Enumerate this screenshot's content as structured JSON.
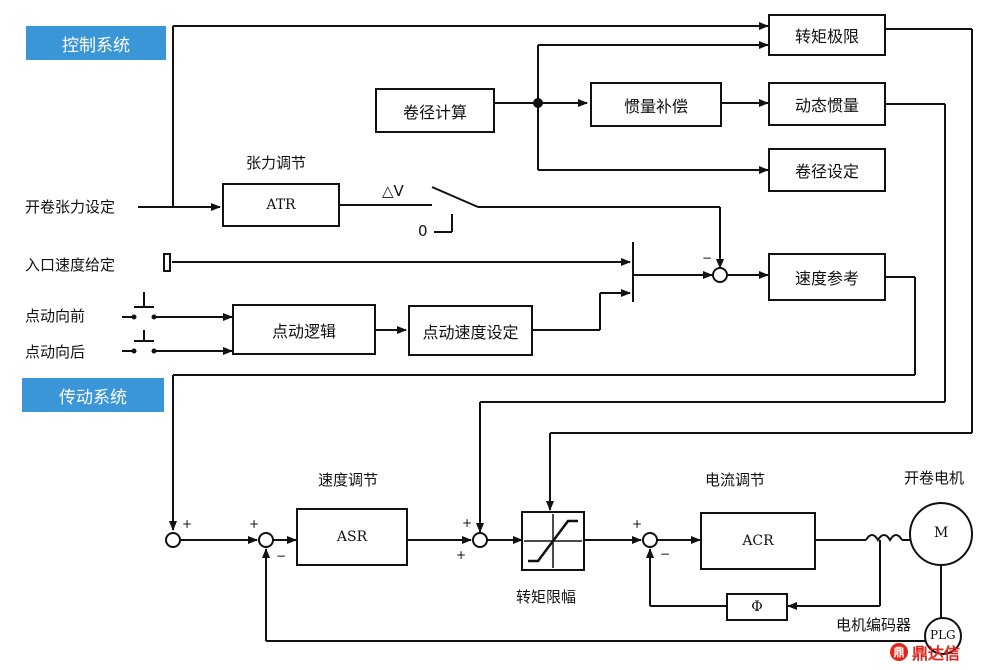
{
  "sections": {
    "control": "控制系统",
    "drive": "传动系统"
  },
  "inputs": {
    "unwind_tension_setting": "开卷张力设定",
    "entry_speed_given": "入口速度给定",
    "jog_forward": "点动向前",
    "jog_backward": "点动向后"
  },
  "blocks": {
    "torque_limit": "转矩极限",
    "diameter_calc": "卷径计算",
    "inertia_comp": "惯量补偿",
    "dynamic_inertia": "动态惯量",
    "diameter_setting": "卷径设定",
    "atr": "ATR",
    "speed_reference": "速度参考",
    "jog_logic": "点动逻辑",
    "jog_speed_setting": "点动速度设定",
    "asr": "ASR",
    "acr": "ACR",
    "phi": "Φ",
    "motor": "M",
    "plg": "PLG"
  },
  "labels": {
    "tension_regulation": "张力调节",
    "delta_v": "△V",
    "zero": "0",
    "speed_regulation": "速度调节",
    "current_regulation": "电流调节",
    "unwind_motor": "开卷电机",
    "torque_limiting": "转矩限幅",
    "motor_encoder": "电机编码器"
  },
  "signs": {
    "plus": "+",
    "minus": "−"
  },
  "watermark": {
    "mark": "鼎",
    "text": "鼎达信"
  }
}
